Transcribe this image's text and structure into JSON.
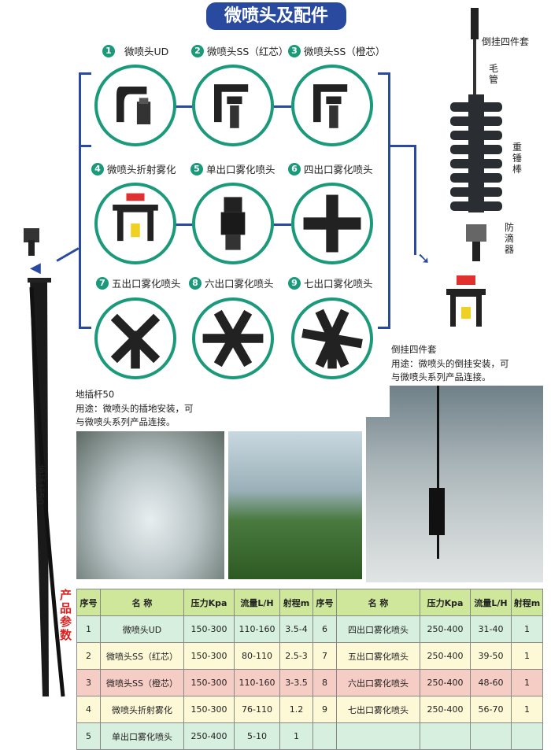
{
  "title": "微喷头及配件",
  "products": [
    {
      "num": "1",
      "name": "微喷头UD"
    },
    {
      "num": "2",
      "name": "微喷头SS（红芯）"
    },
    {
      "num": "3",
      "name": "微喷头SS（橙芯）"
    },
    {
      "num": "4",
      "name": "微喷头折射雾化"
    },
    {
      "num": "5",
      "name": "单出口雾化喷头"
    },
    {
      "num": "6",
      "name": "四出口雾化喷头"
    },
    {
      "num": "7",
      "name": "五出口雾化喷头"
    },
    {
      "num": "8",
      "name": "六出口雾化喷头"
    },
    {
      "num": "9",
      "name": "七出口雾化喷头"
    }
  ],
  "hanging": {
    "title": "倒挂四件套",
    "parts": [
      "毛管",
      "重锤棒",
      "防滴器"
    ],
    "caption_title": "倒挂四件套",
    "caption": "用途：微喷头的倒挂安装，可与微喷头系列产品连接。"
  },
  "stake": {
    "title": "地插杆50",
    "caption": "用途：微喷头的插地安装，可与微喷头系列产品连接。",
    "vertical_label": "地插杆50"
  },
  "table": {
    "side_label": "产品参数",
    "headers": [
      "序号",
      "名  称",
      "压力Kpa",
      "流量L/H",
      "射程m",
      "序号",
      "名  称",
      "压力Kpa",
      "流量L/H",
      "射程m"
    ],
    "rows": [
      [
        "1",
        "微喷头UD",
        "150-300",
        "110-160",
        "3.5-4",
        "6",
        "四出口雾化喷头",
        "250-400",
        "31-40",
        "1"
      ],
      [
        "2",
        "微喷头SS（红芯）",
        "150-300",
        "80-110",
        "2.5-3",
        "7",
        "五出口雾化喷头",
        "250-400",
        "39-50",
        "1"
      ],
      [
        "3",
        "微喷头SS（橙芯）",
        "150-300",
        "110-160",
        "3-3.5",
        "8",
        "六出口雾化喷头",
        "250-400",
        "48-60",
        "1"
      ],
      [
        "4",
        "微喷头折射雾化",
        "150-300",
        "76-110",
        "1.2",
        "9",
        "七出口雾化喷头",
        "250-400",
        "56-70",
        "1"
      ],
      [
        "5",
        "单出口雾化喷头",
        "250-400",
        "5-10",
        "1",
        "",
        "",
        "",
        "",
        ""
      ]
    ]
  }
}
